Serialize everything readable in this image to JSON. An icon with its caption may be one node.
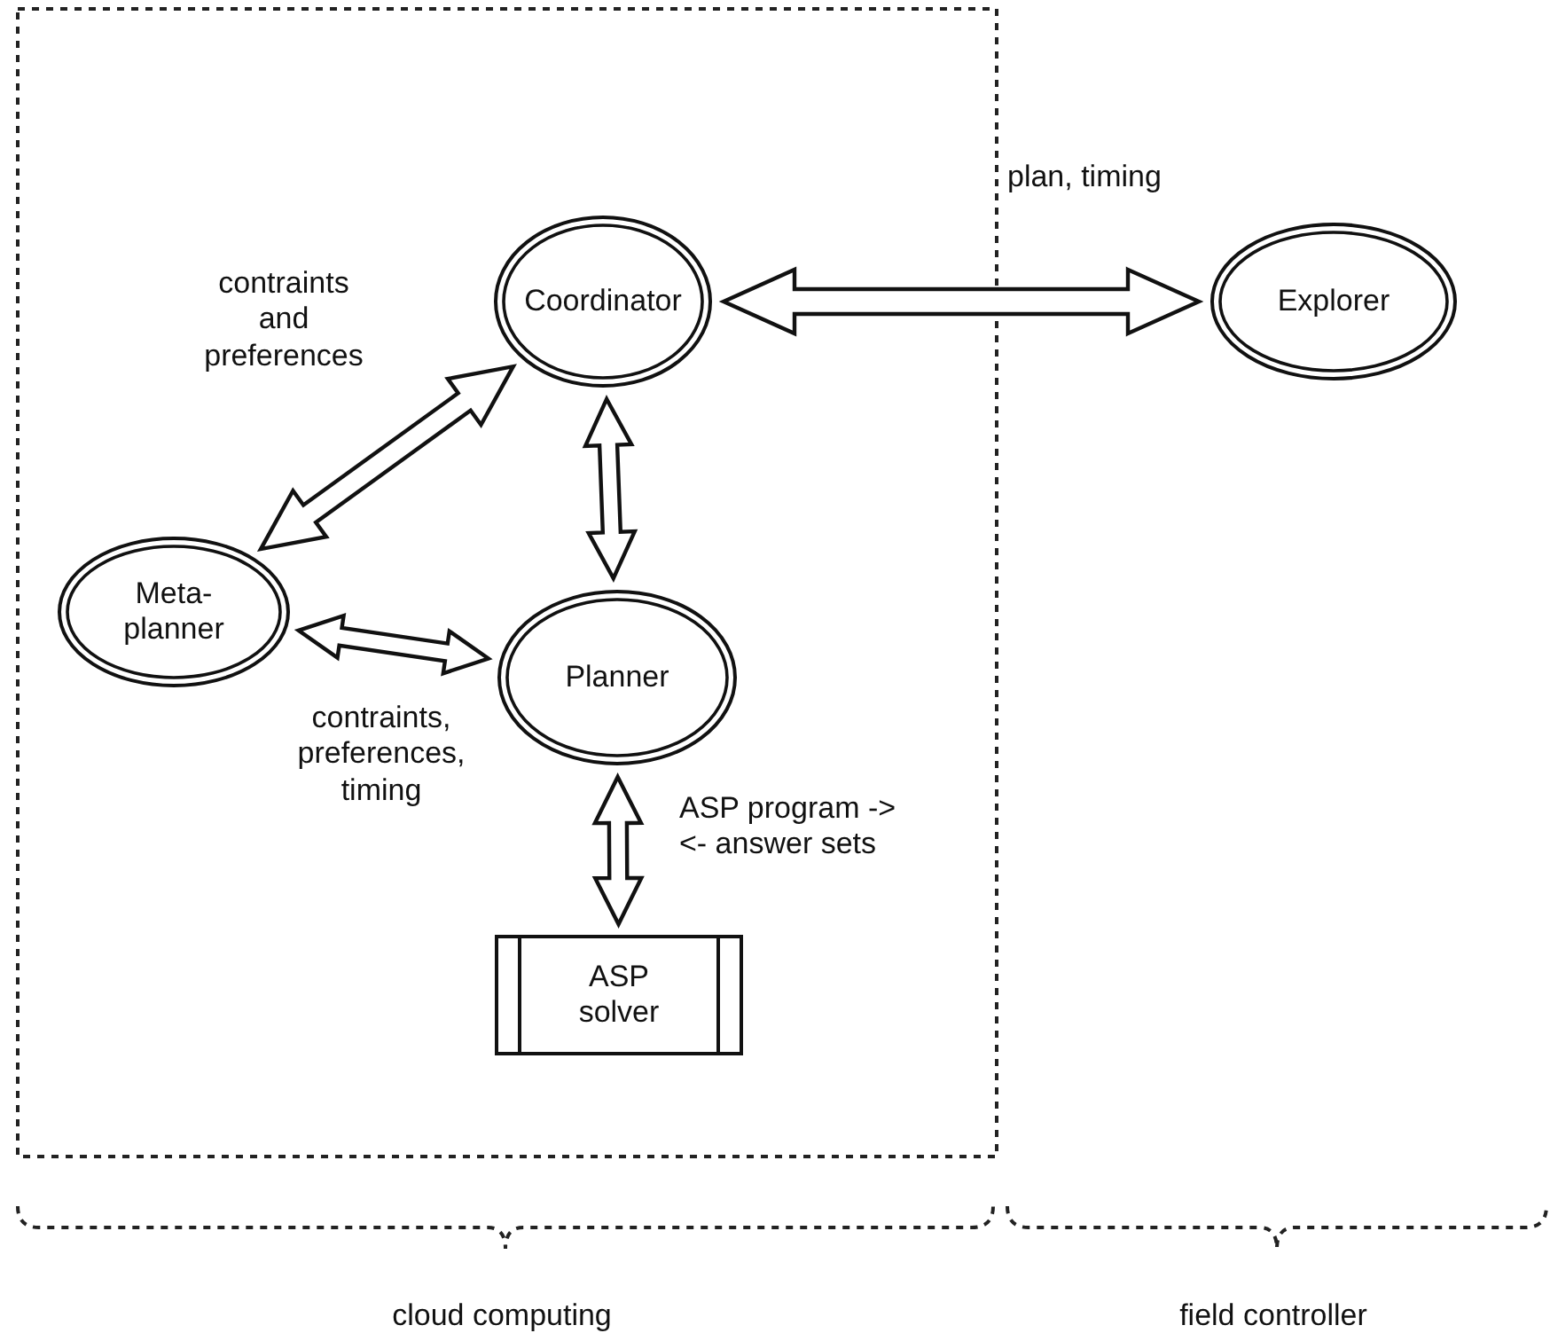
{
  "diagram": {
    "nodes": [
      {
        "text": [
          "Coordinator"
        ]
      },
      {
        "text": [
          "Explorer"
        ]
      },
      {
        "text": [
          "Meta- planner"
        ]
      },
      {
        "text": [
          "Planner"
        ]
      },
      {
        "text": [
          "ASP solver"
        ]
      }
    ],
    "edges": [
      {
        "from": 0,
        "to": 1,
        "arrow": "both",
        "label": "plan, timing"
      },
      {
        "from": 0,
        "to": 2,
        "arrow": "both",
        "label": "contraints and preferences"
      },
      {
        "from": 0,
        "to": 3,
        "arrow": "both"
      },
      {
        "from": 2,
        "to": 3,
        "arrow": "both",
        "label": "contraints, preferences, timing"
      },
      {
        "from": 3,
        "to": 4,
        "arrow": "both",
        "label": "ASP program -> <- answer sets"
      }
    ],
    "labels": [
      "cloud computing",
      "field controller"
    ]
  }
}
